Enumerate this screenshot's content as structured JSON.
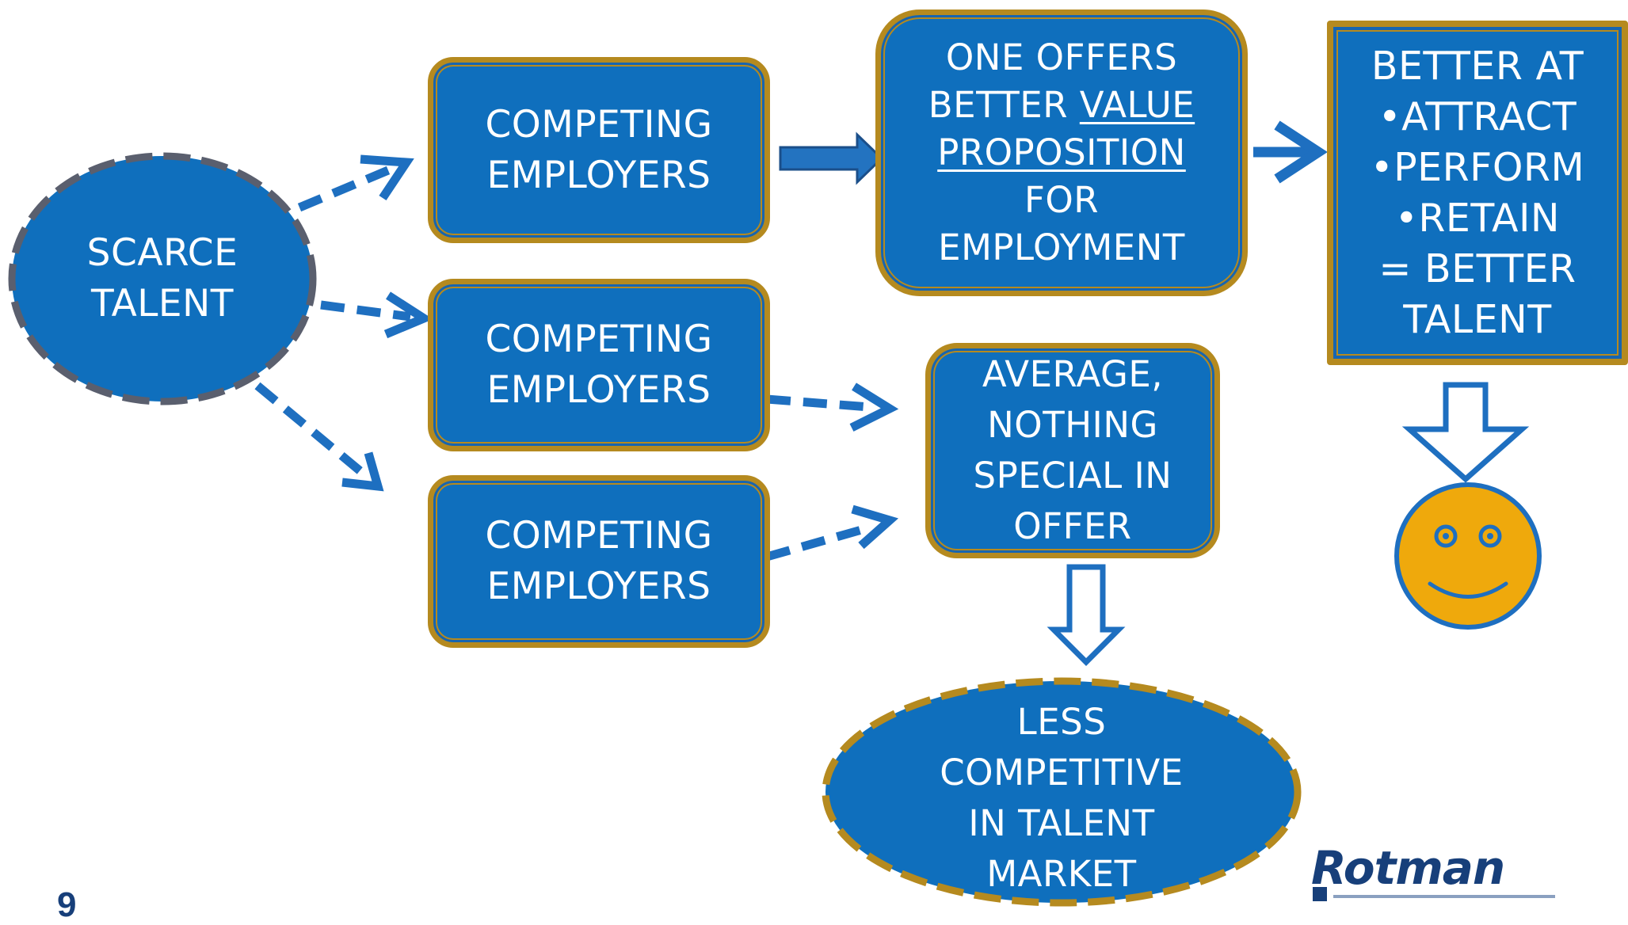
{
  "colors": {
    "node_fill": "#0f6fbd",
    "node_border": "#b58a1f",
    "dashed_ellipse_border": "#5a5f6e",
    "arrow_blue": "#1e6fc0",
    "smiley_fill": "#efa90c",
    "logo_text": "#173f7a"
  },
  "nodes": {
    "scarce_talent": {
      "lines": [
        "SCARCE",
        "TALENT"
      ]
    },
    "competing_1": {
      "lines": [
        "COMPETING",
        "EMPLOYERS"
      ]
    },
    "competing_2": {
      "lines": [
        "COMPETING",
        "EMPLOYERS"
      ]
    },
    "competing_3": {
      "lines": [
        "COMPETING",
        "EMPLOYERS"
      ]
    },
    "one_offers": {
      "line1": "ONE OFFERS",
      "line2_prefix": "BETTER ",
      "line2_underlined": "VALUE",
      "line3_underlined": "PROPOSITION",
      "line4": "FOR",
      "line5": "EMPLOYMENT"
    },
    "better_at": {
      "title": "BETTER  AT",
      "bullets": [
        "ATTRACT",
        "PERFORM",
        "RETAIN"
      ],
      "bullet_char": "•",
      "result_lines": [
        "= BETTER",
        "TALENT"
      ]
    },
    "average": {
      "lines": [
        "AVERAGE,",
        "NOTHING",
        "SPECIAL  IN",
        "OFFER"
      ]
    },
    "less_competitive": {
      "lines": [
        "LESS",
        "COMPETITIVE",
        "IN  TALENT",
        "MARKET"
      ]
    }
  },
  "icons": {
    "smiley": "smiley-face-icon",
    "down_arrow_right": "hollow-down-arrow-icon",
    "down_arrow_center": "hollow-down-arrow-icon"
  },
  "footer": {
    "logo_text": "Rotman",
    "page_number": "9"
  }
}
